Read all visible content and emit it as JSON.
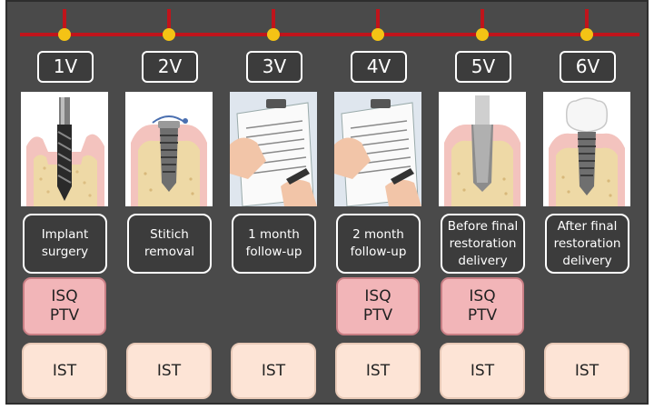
{
  "colors": {
    "timeline": "#c0141b",
    "marker": "#f4c315",
    "background": "#4a4a4a",
    "isq_fill": "#f2b5b8",
    "ist_fill": "#fde4d6"
  },
  "visits": [
    {
      "code": "1V",
      "image": "drill-in-bone",
      "label": "Implant\nsurgery",
      "isq": "ISQ\nPTV",
      "ist": "IST"
    },
    {
      "code": "2V",
      "image": "implant-with-suture",
      "label": "Stitich\nremoval",
      "isq": null,
      "ist": "IST"
    },
    {
      "code": "3V",
      "image": "clipboard-form",
      "label": "1 month\nfollow-up",
      "isq": null,
      "ist": "IST"
    },
    {
      "code": "4V",
      "image": "clipboard-form",
      "label": "2 month\nfollow-up",
      "isq": "ISQ\nPTV",
      "ist": "IST"
    },
    {
      "code": "5V",
      "image": "implant-with-abutment",
      "label": "Before final\nrestoration\ndelivery",
      "isq": "ISQ\nPTV",
      "ist": "IST"
    },
    {
      "code": "6V",
      "image": "implant-with-crown",
      "label": "After final\nrestoration\ndelivery",
      "isq": null,
      "ist": "IST"
    }
  ]
}
